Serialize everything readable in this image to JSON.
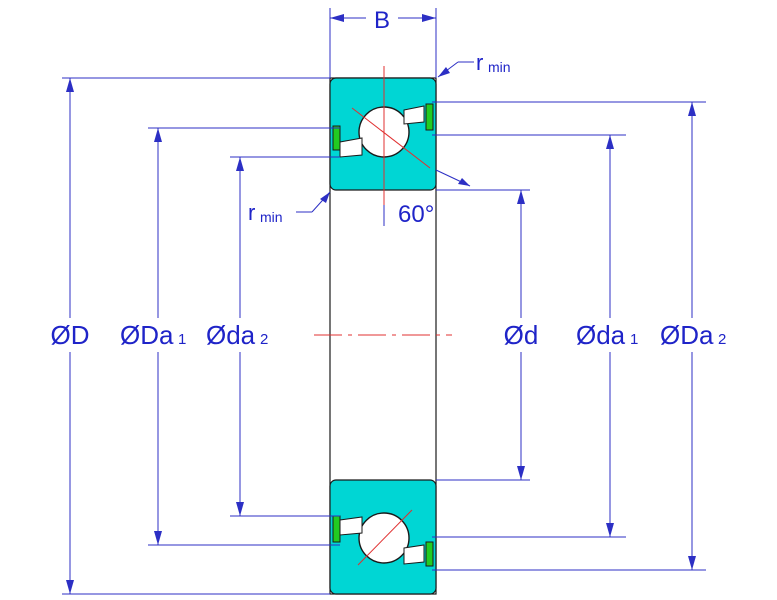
{
  "labels": {
    "width": "B",
    "r_min_top": "min",
    "r_min_left": "min",
    "angle": "60°",
    "D": "ØD",
    "Da1": "ØDa",
    "Da1_sub": "1",
    "da2": "Øda",
    "da2_sub": "2",
    "d": "Ød",
    "da1": "Øda",
    "da1_sub": "1",
    "Da2": "ØDa",
    "Da2_sub": "2",
    "r_letter": "r"
  },
  "colors": {
    "ring": "#00d6d4",
    "dimension": "#2c2fc4",
    "label": "#1f24c8",
    "center_line": "#e03030",
    "seal": "#22cc22"
  }
}
